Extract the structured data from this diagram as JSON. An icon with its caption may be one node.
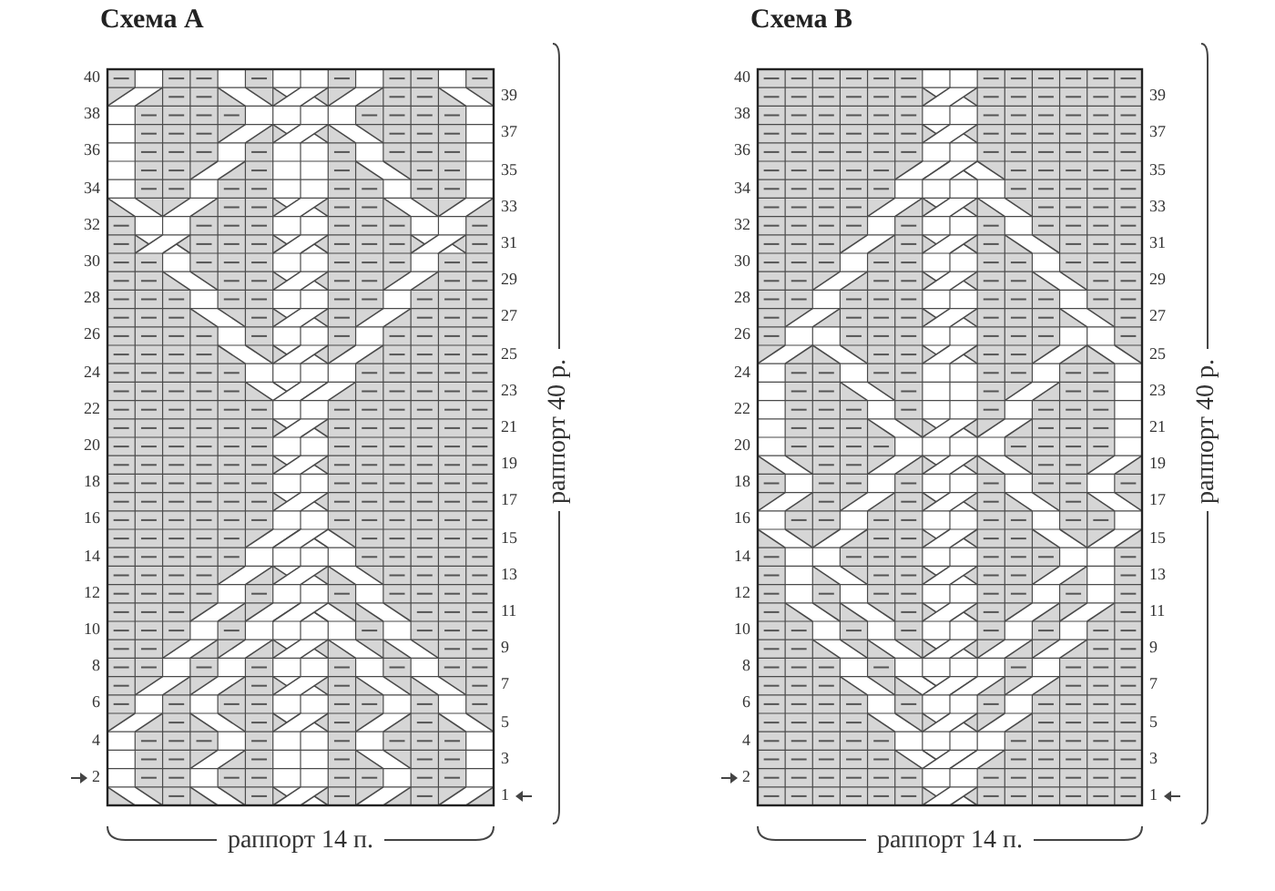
{
  "diagram": {
    "labels": [
      "Схема А",
      "Схема В",
      "40",
      "39",
      "38",
      "37",
      "36",
      "35",
      "34",
      "33",
      "32",
      "31",
      "30",
      "29",
      "28",
      "27",
      "26",
      "25",
      "24",
      "23",
      "22",
      "21",
      "20",
      "19",
      "18",
      "17",
      "16",
      "15",
      "14",
      "13",
      "12",
      "11",
      "10",
      "9",
      "8",
      "7",
      "6",
      "5",
      "4",
      "3",
      "2",
      "1",
      "раппорт 40 р.",
      "раппорт 14 п.",
      "40",
      "39",
      "38",
      "37",
      "36",
      "35",
      "34",
      "33",
      "32",
      "31",
      "30",
      "29",
      "28",
      "27",
      "26",
      "25",
      "24",
      "23",
      "22",
      "21",
      "20",
      "19",
      "18",
      "17",
      "16",
      "15",
      "14",
      "13",
      "12",
      "11",
      "10",
      "9",
      "8",
      "7",
      "6",
      "5",
      "4",
      "3",
      "2",
      "1",
      "раппорт 40 р.",
      "раппорт 14 п."
    ]
  }
}
